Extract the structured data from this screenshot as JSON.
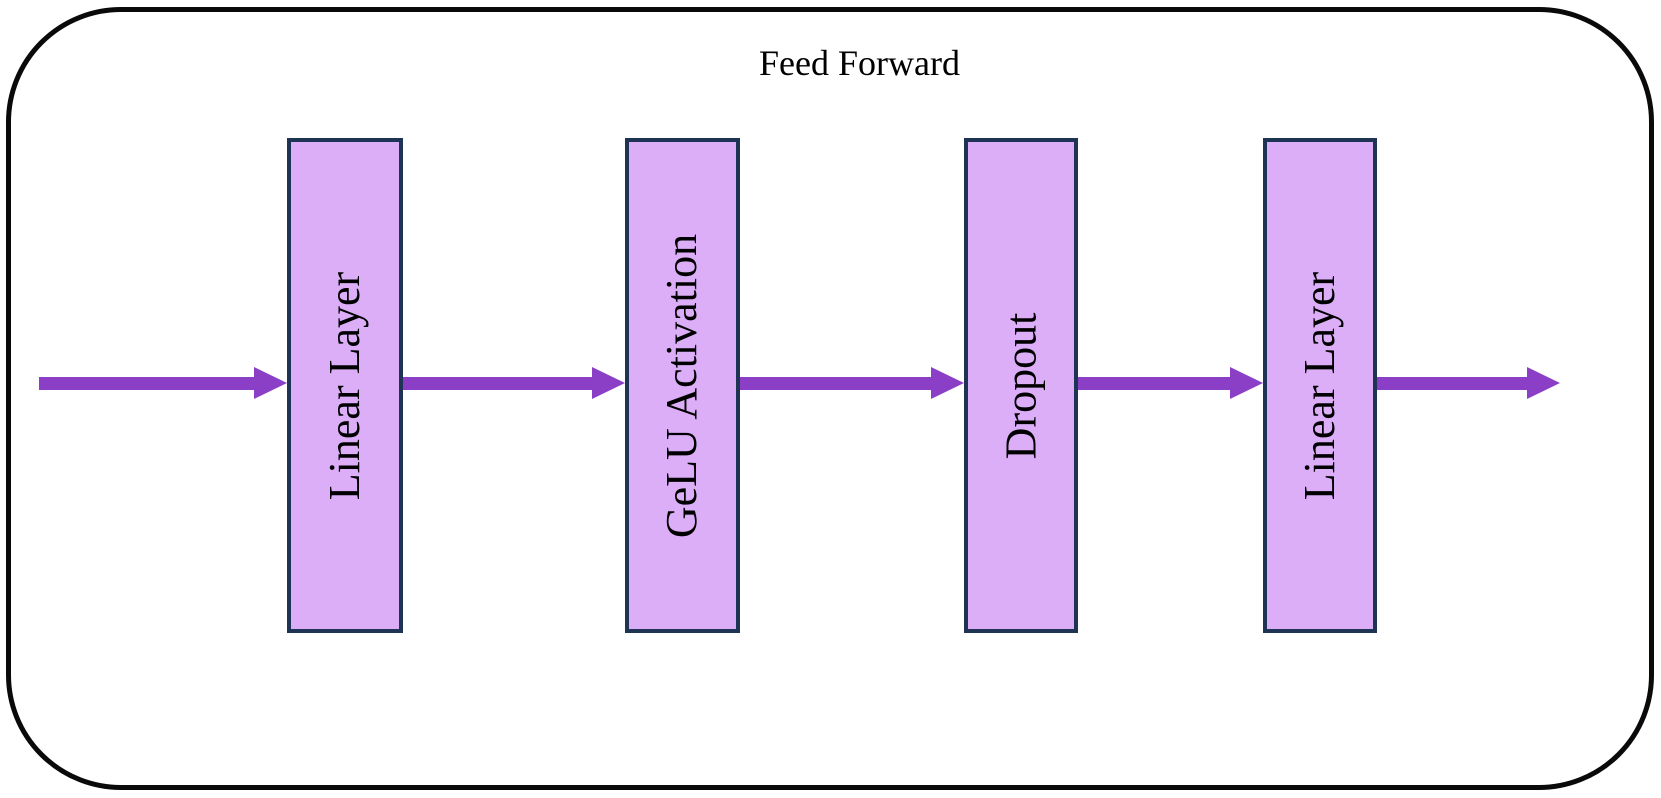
{
  "diagram": {
    "title": "Feed Forward",
    "blocks": [
      {
        "label": "Linear Layer"
      },
      {
        "label": "GeLU Activation"
      },
      {
        "label": "Dropout"
      },
      {
        "label": "Linear Layer"
      }
    ],
    "flow": {
      "direction": "left-to-right",
      "arrow_count": 5
    },
    "colors": {
      "block_fill": "#dcaef8",
      "block_border": "#1f3354",
      "arrow": "#8b3fc6",
      "outline": "#0a0a0a",
      "text": "#000000",
      "background": "#ffffff"
    }
  }
}
